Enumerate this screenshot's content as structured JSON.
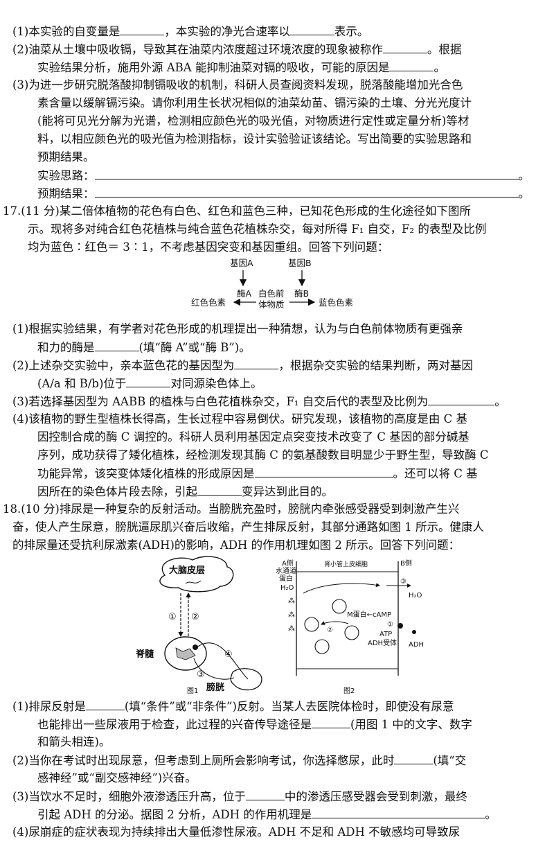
{
  "q16": {
    "p1": {
      "a": "(1)本实验的自变量是",
      "b": "，本实验的净光合速率以",
      "c": "表示。"
    },
    "p2": {
      "l1a": "(2)油菜从土壤中吸收镉，导致其在油菜内浓度超过环境浓度的现象被称作",
      "l1b": "。根据",
      "l2a": "实验结果分析，施用外源 ABA 能抑制油菜对镉的吸收，可能的原因是",
      "l2b": "。"
    },
    "p3": {
      "l1": "(3)为进一步研究脱落酸抑制镉吸收的机制，科研人员查阅资料发现，脱落酸能增加光合色",
      "l2": "素含量以缓解镉污染。请你利用生长状况相似的油菜幼苗、镉污染的土壤、分光光度计",
      "l3": "(能将可见光分解为光谱，检测相应颜色光的吸光值，对物质进行定性或定量分析)等材",
      "l4": "料，以相应颜色光的吸光值为检测指标，设计实验验证该结论。写出简要的实验思路和",
      "l5": "预期结果。",
      "idea": "实验思路：",
      "result": "预期结果：",
      "end": "。"
    }
  },
  "q17": {
    "stem": {
      "l1": "17.(11 分)某二倍体植物的花色有白色、红色和蓝色三种，已知花色形成的生化途径如下图所",
      "l2": "示。现将多对纯合红色花植株与纯合蓝色花植株杂交，每对所得 F₁ 自交，F₂ 的表型及比例",
      "l3": "均为蓝色∶红色＝ 3∶1，不考虑基因突变和基因重组。回答下列问题："
    },
    "diagram": {
      "geneA": "基因A",
      "geneB": "基因B",
      "enzA": "酶A",
      "enzB": "酶B",
      "pre1": "白色前",
      "pre2": "体物质",
      "red": "红色色素",
      "blue": "蓝色色素"
    },
    "p1": {
      "l1": "(1)根据实验结果，有学者对花色形成的机理提出一种猜想，认为与白色前体物质有更强亲",
      "l2a": "和力的酶是",
      "l2b": "(填“酶 A”或“酶 B”)。"
    },
    "p2": {
      "l1a": "(2)上述杂交实验中，亲本蓝色花的基因型为",
      "l1b": "，根据杂交实验的结果判断，两对基因",
      "l2a": "(A/a 和 B/b)位于",
      "l2b": "对同源染色体上。"
    },
    "p3": {
      "a": "(3)若选择基因型为 AABB 的植株与白色花植株杂交，F₁ 自交后代的表型及比例为",
      "b": "。"
    },
    "p4": {
      "l1": "(4)该植物的野生型植株长得高，生长过程中容易倒伏。研究发现，该植物的高度是由 C 基",
      "l2": "因控制合成的酶 C 调控的。科研人员利用基因定点突变技术改变了 C 基因的部分碱基",
      "l3": "序列，成功获得了矮化植株，经检测发现其酶 C 的氨基酸数目明显少于野生型，导致酶 C",
      "l4a": "功能异常，该突变体矮化植株的形成原因是",
      "l4b": "。还可以将 C 基",
      "l5a": "因所在的染色体片段去除，引起",
      "l5b": "变异达到此目的。"
    }
  },
  "q18": {
    "stem": {
      "l1": "18.(10 分)排尿是一种复杂的反射活动。当膀胱充盈时，膀胱内牵张感受器受到刺激产生兴",
      "l2": "奋，使人产生尿意，膀胱逼尿肌兴奋后收缩，产生排尿反射，其部分通路如图 1 所示。健康人",
      "l3": "的排尿量还受抗利尿激素(ADH)的影响，ADH 的作用机理如图 2 所示。回答下列问题："
    },
    "fig1": {
      "cortex": "大脑皮层",
      "spinal": "脊髓",
      "bladder": "膀胱",
      "n1": "①",
      "n2": "②",
      "n3": "③",
      "n4": "④",
      "caption": "图1"
    },
    "fig2": {
      "sideA": "A侧",
      "channel1": "水通道",
      "channel2": "蛋白",
      "h2o_left": "H₂O",
      "cell": "肾小管上皮细胞",
      "sideB": "B侧",
      "n3": "③",
      "h2o_right": "H₂O",
      "mprotein": "M蛋白←cAMP",
      "n1": "①",
      "n2": "②",
      "atp": "ATP",
      "receptor": "ADH受体",
      "adh": "ADH",
      "caption": "图2"
    },
    "p1": {
      "l1a": "(1)排尿反射是",
      "l1b": "(填“条件”或“非条件”)反射。当某人去医院体检时，即使没有尿意",
      "l2a": "也能排出一些尿液用于检查，此过程的兴奋传导途径是",
      "l2b": "(用图 1 中的文字、数字",
      "l3": "和箭头相连)。"
    },
    "p2": {
      "l1a": "(2)当你在考试时出现尿意，但考虑到上厕所会影响考试，你选择憋尿，此时",
      "l1b": "(填“交",
      "l2": "感神经”或“副交感神经”)兴奋。"
    },
    "p3": {
      "l1a": "(3)当饮水不足时，细胞外液渗透压升高，位于",
      "l1b": "中的渗透压感受器会受到刺激，最终",
      "l2a": "引起 ADH 的分泌。据图 2 分析，ADH 的作用机理是",
      "l2b": "。"
    },
    "p4": {
      "l1": "(4)尿崩症的症状表现为持续排出大量低渗性尿液。ADH 不足和 ADH 不敏感均可导致尿"
    }
  }
}
